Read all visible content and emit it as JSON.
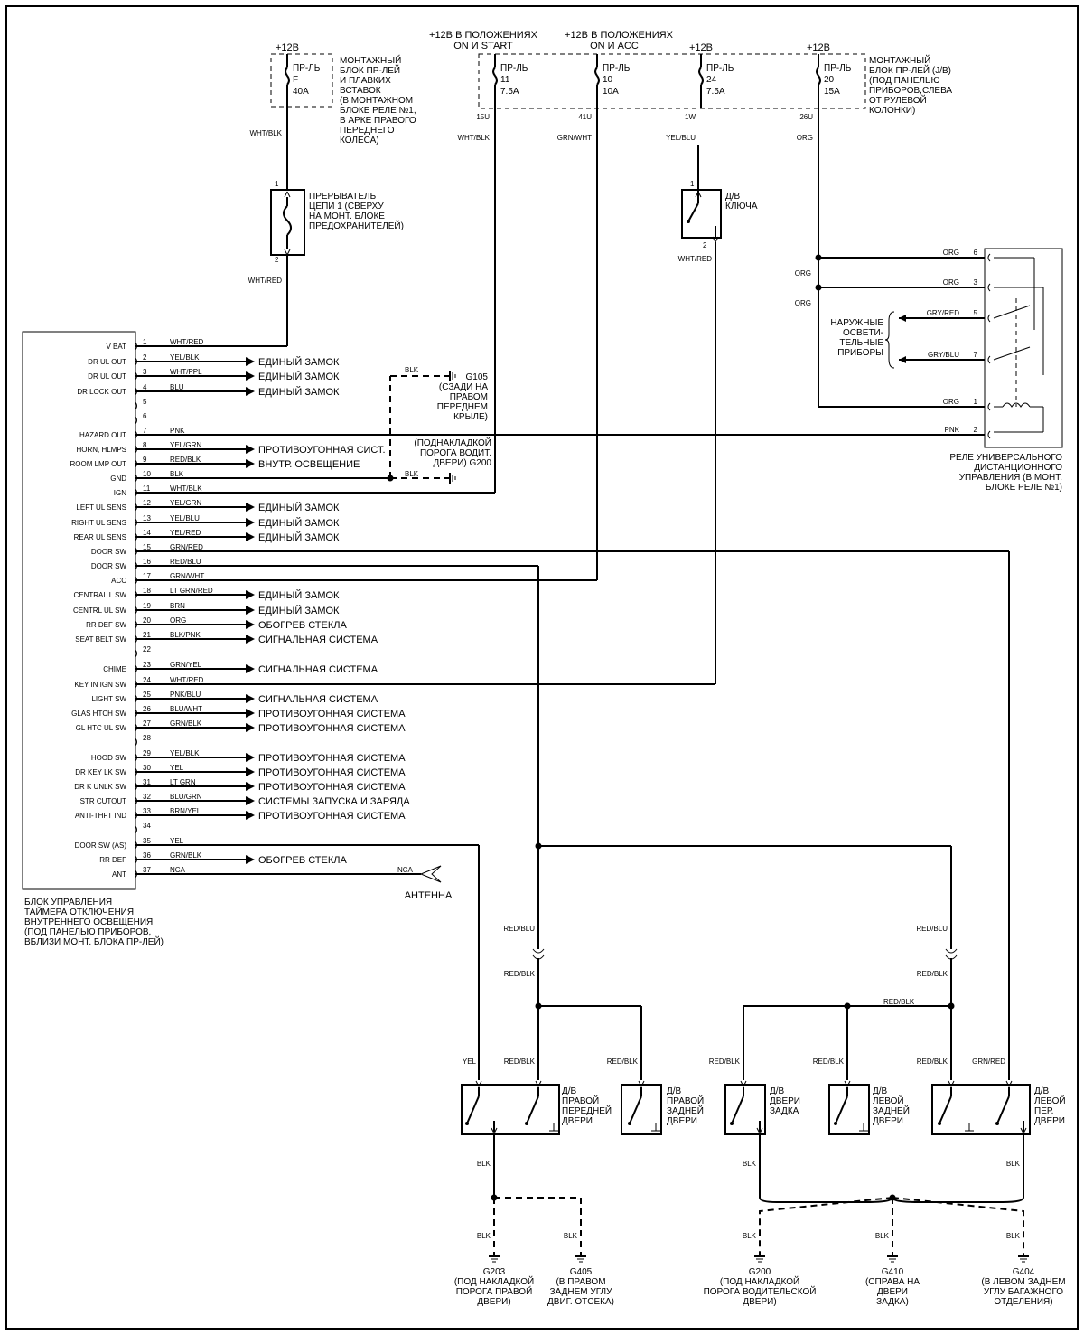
{
  "supplies": {
    "p1": "+12В",
    "p2": "+12В В ПОЛОЖЕНИЯХ",
    "p2b": "ON И START",
    "p3": "+12В В ПОЛОЖЕНИЯХ",
    "p3b": "ON И ACC",
    "p4": "+12В",
    "p5": "+12В"
  },
  "fuse_f": {
    "name": "ПР-ЛЬ",
    "num": "F",
    "amp": "40A"
  },
  "fuse_box1": [
    "МОНТАЖНЫЙ",
    "БЛОК ПР-ЛЕЙ",
    "И ПЛАВКИХ",
    "ВСТАВОК",
    "(В МОНТАЖНОМ",
    "БЛОКЕ РЕЛЕ №1,",
    "В АРКЕ ПРАВОГО",
    "ПЕРЕДНЕГО",
    "КОЛЕСА)"
  ],
  "fuses": [
    {
      "name": "ПР-ЛЬ",
      "num": "11",
      "amp": "7.5A",
      "pin": "15U",
      "wire": "WHT/BLK"
    },
    {
      "name": "ПР-ЛЬ",
      "num": "10",
      "amp": "10A",
      "pin": "41U",
      "wire": "GRN/WHT"
    },
    {
      "name": "ПР-ЛЬ",
      "num": "24",
      "amp": "7.5A",
      "pin": "1W",
      "wire": "YEL/BLU"
    },
    {
      "name": "ПР-ЛЬ",
      "num": "20",
      "amp": "15A",
      "pin": "26U",
      "wire": "ORG"
    }
  ],
  "fuse_box2": [
    "МОНТАЖНЫЙ",
    "БЛОК ПР-ЛЕЙ (J/B)",
    "(ПОД ПАНЕЛЬЮ",
    "ПРИБОРОВ,СЛЕВА",
    "ОТ РУЛЕВОЙ",
    "КОЛОНКИ)"
  ],
  "breaker": {
    "label": [
      "ПРЕРЫВАТЕЛЬ",
      "ЦЕПИ 1 (СВЕРХУ",
      "НА МОНТ. БЛОКЕ",
      "ПРЕДОХРАНИТЕЛЕЙ)"
    ],
    "pin1": "1",
    "pin2": "2",
    "wire_in": "WHT/BLK",
    "wire_out": "WHT/RED"
  },
  "key_switch": {
    "label": [
      "Д/В",
      "КЛЮЧА"
    ],
    "pin1": "1",
    "pin2": "2",
    "wire_out": "WHT/RED"
  },
  "ground_g105": {
    "wire": "BLK",
    "label": [
      "G105",
      "(СЗАДИ НА",
      "ПРАВОМ",
      "ПЕРЕДНЕМ",
      "КРЫЛЕ)"
    ]
  },
  "ground_g200_top": {
    "wire": "BLK",
    "label": [
      "(ПОДНАКЛАДКОЙ",
      "ПОРОГА ВОДИТ.",
      "ДВЕРИ) G200"
    ]
  },
  "module": {
    "label": [
      "БЛОК УПРАВЛЕНИЯ",
      "ТАЙМЕРА ОТКЛЮЧЕНИЯ",
      "ВНУТРЕННЕГО ОСВЕЩЕНИЯ",
      "(ПОД ПАНЕЛЬЮ ПРИБОРОВ,",
      "ВБЛИЗИ МОНТ. БЛОКА ПР-ЛЕЙ)"
    ],
    "pins": [
      {
        "n": "1",
        "name": "V BAT",
        "wire": "WHT/RED",
        "dest": ""
      },
      {
        "n": "2",
        "name": "DR UL OUT",
        "wire": "YEL/BLK",
        "dest": "ЕДИНЫЙ ЗАМОК"
      },
      {
        "n": "3",
        "name": "DR UL OUT",
        "wire": "WHT/PPL",
        "dest": "ЕДИНЫЙ ЗАМОК"
      },
      {
        "n": "4",
        "name": "DR LOCK OUT",
        "wire": "BLU",
        "dest": "ЕДИНЫЙ ЗАМОК"
      },
      {
        "n": "5",
        "name": "",
        "wire": "",
        "dest": ""
      },
      {
        "n": "6",
        "name": "",
        "wire": "",
        "dest": ""
      },
      {
        "n": "7",
        "name": "HAZARD OUT",
        "wire": "PNK",
        "dest": ""
      },
      {
        "n": "8",
        "name": "HORN, HLMPS",
        "wire": "YEL/GRN",
        "dest": "ПРОТИВОУГОННАЯ СИСТ."
      },
      {
        "n": "9",
        "name": "ROOM LMP OUT",
        "wire": "RED/BLK",
        "dest": "ВНУТР. ОСВЕЩЕНИЕ"
      },
      {
        "n": "10",
        "name": "GND",
        "wire": "BLK",
        "dest": ""
      },
      {
        "n": "11",
        "name": "IGN",
        "wire": "WHT/BLK",
        "dest": ""
      },
      {
        "n": "12",
        "name": "LEFT UL SENS",
        "wire": "YEL/GRN",
        "dest": "ЕДИНЫЙ ЗАМОК"
      },
      {
        "n": "13",
        "name": "RIGHT UL SENS",
        "wire": "YEL/BLU",
        "dest": "ЕДИНЫЙ ЗАМОК"
      },
      {
        "n": "14",
        "name": "REAR UL SENS",
        "wire": "YEL/RED",
        "dest": "ЕДИНЫЙ ЗАМОК"
      },
      {
        "n": "15",
        "name": "DOOR SW",
        "wire": "GRN/RED",
        "dest": ""
      },
      {
        "n": "16",
        "name": "DOOR SW",
        "wire": "RED/BLU",
        "dest": ""
      },
      {
        "n": "17",
        "name": "ACC",
        "wire": "GRN/WHT",
        "dest": ""
      },
      {
        "n": "18",
        "name": "CENTRAL L SW",
        "wire": "LT GRN/RED",
        "dest": "ЕДИНЫЙ ЗАМОК"
      },
      {
        "n": "19",
        "name": "CENTRL UL SW",
        "wire": "BRN",
        "dest": "ЕДИНЫЙ ЗАМОК"
      },
      {
        "n": "20",
        "name": "RR DEF SW",
        "wire": "ORG",
        "dest": "ОБОГРЕВ СТЕКЛА"
      },
      {
        "n": "21",
        "name": "SEAT BELT SW",
        "wire": "BLK/PNK",
        "dest": "СИГНАЛЬНАЯ СИСТЕМА"
      },
      {
        "n": "22",
        "name": "",
        "wire": "",
        "dest": ""
      },
      {
        "n": "23",
        "name": "CHIME",
        "wire": "GRN/YEL",
        "dest": "СИГНАЛЬНАЯ СИСТЕМА"
      },
      {
        "n": "24",
        "name": "KEY IN IGN SW",
        "wire": "WHT/RED",
        "dest": ""
      },
      {
        "n": "25",
        "name": "LIGHT SW",
        "wire": "PNK/BLU",
        "dest": "СИГНАЛЬНАЯ СИСТЕМА"
      },
      {
        "n": "26",
        "name": "GLAS HTCH SW",
        "wire": "BLU/WHT",
        "dest": "ПРОТИВОУГОННАЯ СИСТЕМА"
      },
      {
        "n": "27",
        "name": "GL HTC UL SW",
        "wire": "GRN/BLK",
        "dest": "ПРОТИВОУГОННАЯ СИСТЕМА"
      },
      {
        "n": "28",
        "name": "",
        "wire": "",
        "dest": ""
      },
      {
        "n": "29",
        "name": "HOOD SW",
        "wire": "YEL/BLK",
        "dest": "ПРОТИВОУГОННАЯ СИСТЕМА"
      },
      {
        "n": "30",
        "name": "DR KEY LK SW",
        "wire": "YEL",
        "dest": "ПРОТИВОУГОННАЯ СИСТЕМА"
      },
      {
        "n": "31",
        "name": "DR K UNLK SW",
        "wire": "LT GRN",
        "dest": "ПРОТИВОУГОННАЯ СИСТЕМА"
      },
      {
        "n": "32",
        "name": "STR CUTOUT",
        "wire": "BLU/GRN",
        "dest": "СИСТЕМЫ ЗАПУСКА И ЗАРЯДА"
      },
      {
        "n": "33",
        "name": "ANTI-THFT IND",
        "wire": "BRN/YEL",
        "dest": "ПРОТИВОУГОННАЯ СИСТЕМА"
      },
      {
        "n": "34",
        "name": "",
        "wire": "",
        "dest": ""
      },
      {
        "n": "35",
        "name": "DOOR SW (AS)",
        "wire": "YEL",
        "dest": ""
      },
      {
        "n": "36",
        "name": "RR DEF",
        "wire": "GRN/BLK",
        "dest": "ОБОГРЕВ СТЕКЛА"
      },
      {
        "n": "37",
        "name": "ANT",
        "wire": "NCA",
        "dest": ""
      }
    ]
  },
  "antenna": {
    "wire": "NCA",
    "label": "АНТЕННА"
  },
  "relay": {
    "label": [
      "РЕЛЕ УНИВЕРСАЛЬНОГО",
      "ДИСТАНЦИОННОГО",
      "УПРАВЛЕНИЯ (В МОНТ.",
      "БЛОКЕ РЕЛЕ №1)"
    ],
    "lights_label": [
      "НАРУЖНЫЕ",
      "ОСВЕТИ-",
      "ТЕЛЬНЫЕ",
      "ПРИБОРЫ"
    ],
    "pins": [
      {
        "n": "6",
        "wire": "ORG"
      },
      {
        "n": "3",
        "wire": "ORG"
      },
      {
        "n": "5",
        "wire": "GRY/RED"
      },
      {
        "n": "7",
        "wire": "GRY/BLU"
      },
      {
        "n": "1",
        "wire": "ORG"
      },
      {
        "n": "2",
        "wire": "PNK"
      }
    ],
    "side_wire": "ORG"
  },
  "wires_lower": {
    "red_blu": "RED/BLU",
    "red_blk": "RED/BLK",
    "yel": "YEL",
    "grn_red": "GRN/RED",
    "blk": "BLK"
  },
  "door_switches": [
    {
      "id": "rf",
      "label": [
        "Д/В",
        "ПРАВОЙ",
        "ПЕРЕДНЕЙ",
        "ДВЕРИ"
      ]
    },
    {
      "id": "rr",
      "label": [
        "Д/В",
        "ПРАВОЙ",
        "ЗАДНЕЙ",
        "ДВЕРИ"
      ]
    },
    {
      "id": "tail",
      "label": [
        "Д/В",
        "ДВЕРИ",
        "ЗАДКА"
      ]
    },
    {
      "id": "lr",
      "label": [
        "Д/В",
        "ЛЕВОЙ",
        "ЗАДНЕЙ",
        "ДВЕРИ"
      ]
    },
    {
      "id": "lf",
      "label": [
        "Д/В",
        "ЛЕВОЙ",
        "ПЕР.",
        "ДВЕРИ"
      ]
    }
  ],
  "grounds": [
    {
      "id": "G203",
      "label": [
        "G203",
        "(ПОД НАКЛАДКОЙ",
        "ПОРОГА ПРАВОЙ",
        "ДВЕРИ)"
      ]
    },
    {
      "id": "G405",
      "label": [
        "G405",
        "(В ПРАВОМ",
        "ЗАДНЕМ УГЛУ",
        "ДВИГ. ОТСЕКА)"
      ]
    },
    {
      "id": "G200",
      "label": [
        "G200",
        "(ПОД НАКЛАДКОЙ",
        "ПОРОГА ВОДИТЕЛЬСКОЙ",
        "ДВЕРИ)"
      ]
    },
    {
      "id": "G410",
      "label": [
        "G410",
        "(СПРАВА НА",
        "ДВЕРИ",
        "ЗАДКА)"
      ]
    },
    {
      "id": "G404",
      "label": [
        "G404",
        "(В ЛЕВОМ ЗАДНЕМ",
        "УГЛУ БАГАЖНОГО",
        "ОТДЕЛЕНИЯ)"
      ]
    }
  ]
}
